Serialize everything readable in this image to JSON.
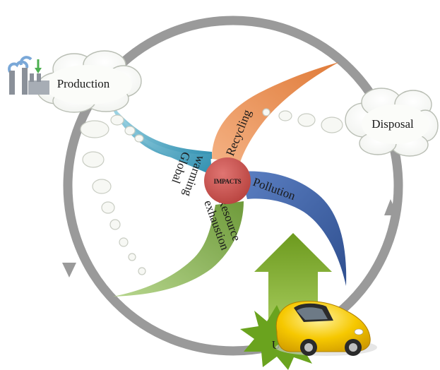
{
  "nodes": {
    "production": "Production",
    "disposal": "Disposal",
    "use": "Use",
    "hub": "IMPACTS"
  },
  "petals": {
    "recycling": "Recycling",
    "pollution": "Pollution",
    "resource": [
      "Resource",
      "exhaustion"
    ],
    "global": [
      "Global",
      "warming"
    ]
  },
  "colors": {
    "cycle_ring": "#9a9a9a",
    "hub": "#c0504d",
    "recycling": "#e8925a",
    "pollution": "#4f6fb0",
    "resource": "#8db35a",
    "global": "#4bacc6",
    "use_arrow": "#7daa2e",
    "car": "#f5c400"
  }
}
